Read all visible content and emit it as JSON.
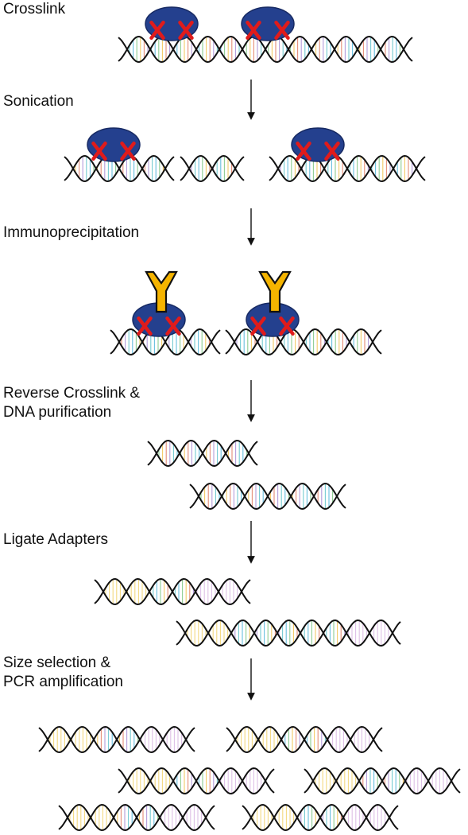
{
  "steps": [
    {
      "label": "Crosslink",
      "label_line2": ""
    },
    {
      "label": "Sonication",
      "label_line2": ""
    },
    {
      "label": "Immunoprecipitation",
      "label_line2": ""
    },
    {
      "label": "Reverse Crosslink &",
      "label_line2": "DNA purification"
    },
    {
      "label": "Ligate Adapters",
      "label_line2": ""
    },
    {
      "label": "Size selection &",
      "label_line2": "PCR amplification"
    }
  ],
  "colors": {
    "dna_strand": "#111111",
    "protein": "#24408e",
    "crosslink_mark": "#e01b1b",
    "antibody": "#f5b400",
    "base_pairs": [
      "#4fb3d9",
      "#7bc47f",
      "#f2c14e",
      "#e07a5f",
      "#a78bd4",
      "#5dc1c9"
    ],
    "adapter_left": "#f2d36b",
    "adapter_right": "#d8b4e2"
  }
}
